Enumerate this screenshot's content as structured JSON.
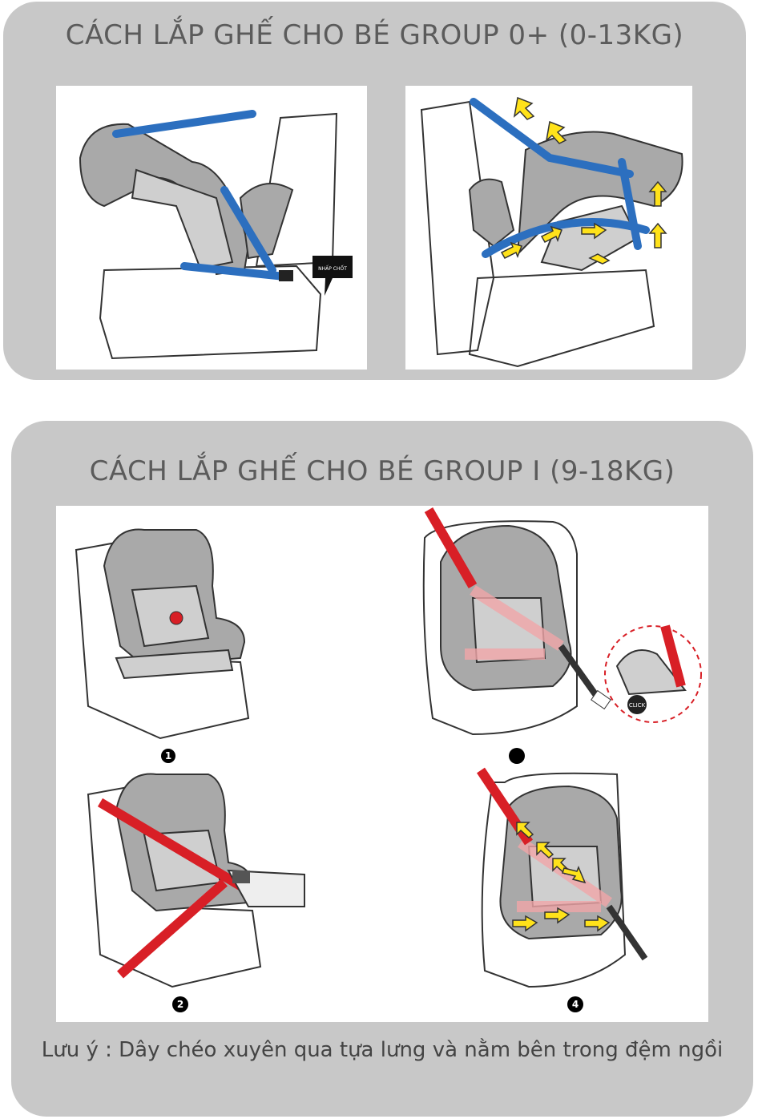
{
  "section1": {
    "title": "CÁCH LẮP GHẾ CHO BÉ GROUP 0+ (0-13KG)",
    "callout_label": "NHẤP CHỐT"
  },
  "section2": {
    "title": "CÁCH LẮP GHẾ CHO BÉ GROUP I (9-18KG)",
    "steps": [
      {
        "number": "1"
      },
      {
        "number": ""
      },
      {
        "number": "2"
      },
      {
        "number": "4"
      }
    ],
    "click_label": "CLICK",
    "note": "Lưu ý : Dây chéo xuyên qua tựa lưng và nằm bên trong đệm ngồi"
  },
  "colors": {
    "panel_bg": "#c8c8c8",
    "title_color": "#5b5b5b",
    "belt_blue": "#2c6fbf",
    "belt_red": "#d81f26",
    "arrow_yellow": "#ffe21a"
  }
}
